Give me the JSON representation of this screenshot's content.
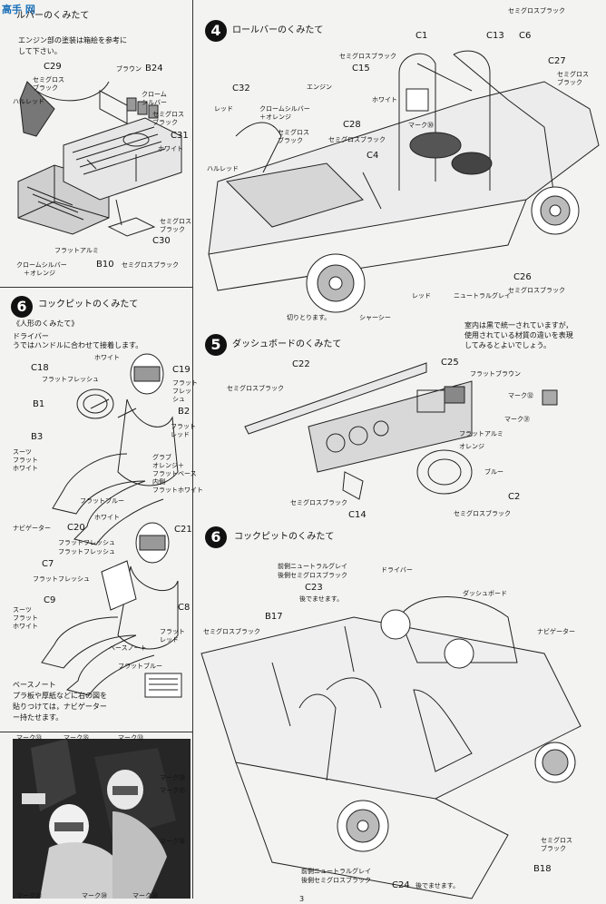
{
  "watermark": "高手 网",
  "left_top": {
    "title_fragment": "ルバーのくみたて",
    "note_line1": "エンジン部の塗装は箱絵を参考に",
    "note_line2": "して下さい。",
    "codes": {
      "c29": "C29",
      "c31": "C31",
      "c30": "C30",
      "b10": "B10",
      "b24": "B24"
    },
    "labels": {
      "semigloss_black_1": "セミグロス",
      "semigloss_black_1b": "ブラック",
      "brown": "ブラウン",
      "chrome_silver": "クローム",
      "chrome_silver_b": "シルバー",
      "semigloss_2": "セミグロス",
      "semigloss_2b": "ブラック",
      "white": "ホワイト",
      "halfred": "ハルレッド",
      "semigloss_3": "セミグロス",
      "semigloss_3b": "ブラック",
      "flat_aluminum": "フラットアルミ",
      "chrome_orange": "クロームシルバー",
      "chrome_orange_b": "＋オレンジ",
      "semigloss_black_b10": "セミグロスブラック"
    }
  },
  "step6a": {
    "number": "6",
    "title": "コックピットのくみたて",
    "subtitle": "《人形のくみたて》",
    "driver": "ドライバー",
    "driver_note": "うではハンドルに合わせて接着します。",
    "codes": {
      "c18": "C18",
      "c19": "C19",
      "b1": "B1",
      "b2": "B2",
      "b3": "B3"
    },
    "labels": {
      "white": "ホワイト",
      "flat_flesh": "フラットフレッシュ",
      "flat_flesh_r1": "フラット",
      "flat_flesh_r2": "フレッ",
      "flat_flesh_r3": "シュ",
      "suits": "スーツ",
      "suits_flat": "フラット",
      "suits_white": "ホワイト",
      "flat_red_1": "フラット",
      "flat_red_2": "レッド",
      "glove_1": "グラブ",
      "glove_2": "オレンジ＋",
      "glove_3": "フラットベース",
      "glove_4": "内側",
      "glove_5": "フラットホワイト",
      "flat_blue": "フラットブルー"
    }
  },
  "step6b": {
    "navigator": "ナビゲーター",
    "codes": {
      "c20": "C20",
      "c21": "C21",
      "c7": "C7",
      "c9": "C9",
      "c8": "C8"
    },
    "labels": {
      "white": "ホワイト",
      "flat_flesh_a": "フラットフレッシュ",
      "flat_flesh_b": "フラットフレッシュ",
      "flat_flesh_c": "フラットフレッシュ",
      "suits": "スーツ",
      "suits_flat": "フラット",
      "suits_white": "ホワイト",
      "flat_red_1": "フラット",
      "flat_red_2": "レッド",
      "base_note": "ベースノート",
      "flat_blue": "フラットブルー"
    },
    "pace_note_title": "ベースノート",
    "pace_note_1": "プラ板や厚紙などに右の図を",
    "pace_note_2": "貼りつけては，ナビゲーター",
    "pace_note_3": "ー持たせます。"
  },
  "photo": {
    "labels": {
      "m33a": "マーク㉝",
      "m35": "マーク㉟",
      "m33b": "マーク㉝",
      "m33c": "マーク㉝",
      "m37": "マーク㊲",
      "m36": "マーク㊱",
      "m34a": "マーク㉞",
      "m38": "マーク㊳",
      "m34b": "マーク㉞"
    }
  },
  "step4": {
    "number": "4",
    "title": "ロールバーのくみたて",
    "codes": {
      "c1": "C1",
      "c13": "C13",
      "c6": "C6",
      "c27": "C27",
      "c15": "C15",
      "c32": "C32",
      "c28": "C28",
      "c4": "C4",
      "c26": "C26"
    },
    "labels": {
      "semigloss_top": "セミグロスブラック",
      "semigloss_c27a": "セミグロス",
      "semigloss_c27b": "ブラック",
      "semigloss_c15": "セミグロスブラック",
      "engine": "エンジン",
      "white": "ホワイト",
      "mark30": "マーク㉚",
      "red": "レッド",
      "chrome_orange_1": "クロームシルバー",
      "chrome_orange_2": "＋オレンジ",
      "semigloss_c32a": "セミグロス",
      "semigloss_c32b": "ブラック",
      "semigloss_c28": "セミグロスブラック",
      "halfred": "ハルレッド",
      "cut": "切りとります。",
      "chassis": "シャーシー",
      "red2": "レッド",
      "neutral_grey": "ニュートラルグレイ",
      "semigloss_c26": "セミグロスブラック"
    }
  },
  "step5": {
    "number": "5",
    "title": "ダッシュボードのくみたて",
    "note_1": "室内は黒で統一されていますが，",
    "note_2": "使用されている材質の違いを表現",
    "note_3": "してみるとよいでしょう。",
    "codes": {
      "c22": "C22",
      "c25": "C25",
      "c14": "C14",
      "c2": "C2"
    },
    "labels": {
      "semigloss_c22": "セミグロスブラック",
      "flat_brown": "フラットブラウン",
      "mark32": "マーク㉜",
      "mark31": "マーク㉛",
      "flat_aluminum": "フラットアルミ",
      "orange": "オレンジ",
      "blue": "ブルー",
      "semigloss_c14": "セミグロスブラック",
      "semigloss_c2": "セミグロスブラック"
    }
  },
  "step6c": {
    "number": "6",
    "title": "コックピットのくみたて",
    "codes": {
      "c23": "C23",
      "b17": "B17",
      "c24": "C24",
      "b18": "B18"
    },
    "labels": {
      "front_1": "前側ニュートラルグレイ",
      "front_2": "後側セミグロスブラック",
      "c23_after": "後でませます。",
      "driver": "ドライバー",
      "dashboard": "ダッシュボード",
      "navigator": "ナビゲーター",
      "semigloss_b17": "セミグロスブラック",
      "semigloss_b18a": "セミグロス",
      "semigloss_b18b": "ブラック",
      "bottom_1": "前側ニュートラルグレイ",
      "bottom_2": "後側セミグロスブラック",
      "c24_after": "後でませます。"
    }
  },
  "page_number": "3"
}
